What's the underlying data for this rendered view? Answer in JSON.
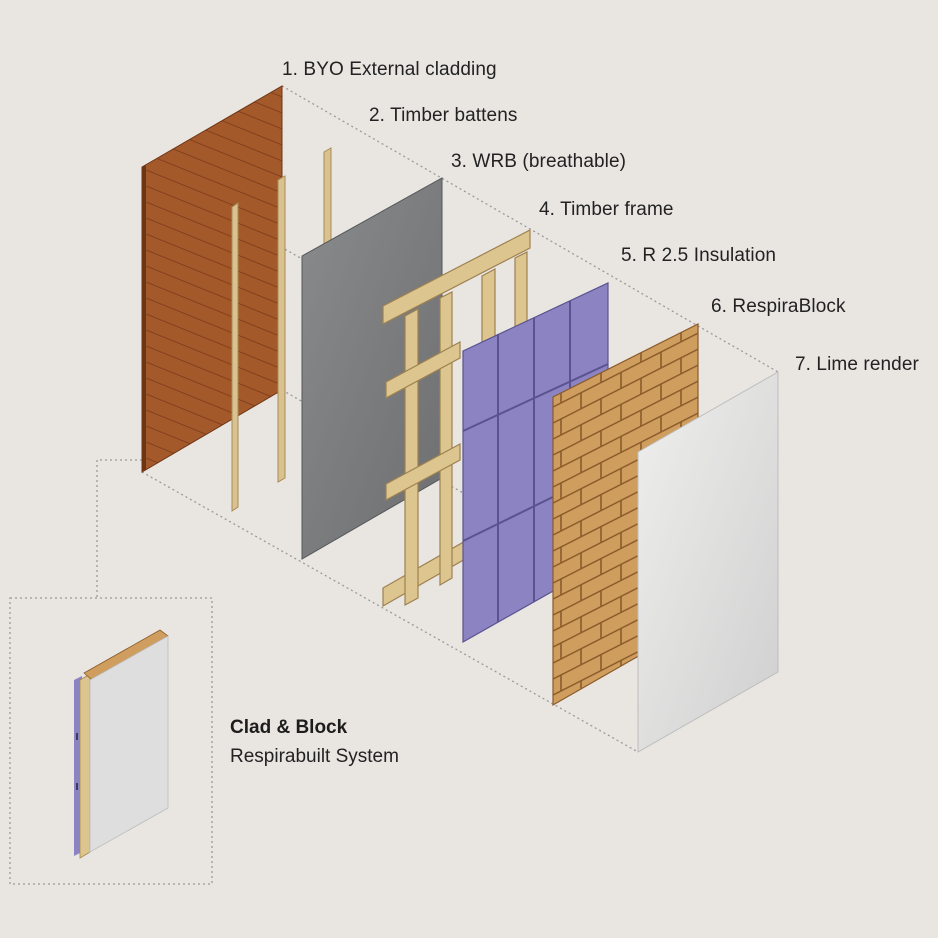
{
  "diagram": {
    "layers": [
      {
        "label": "1. BYO External cladding",
        "icon": "cladding-panel-icon",
        "color": "#a4592b"
      },
      {
        "label": "2. Timber battens",
        "icon": "batten-icon",
        "color": "#d9c28f"
      },
      {
        "label": "3. WRB (breathable)",
        "icon": "membrane-icon",
        "color": "#7a7b7d"
      },
      {
        "label": "4. Timber frame",
        "icon": "frame-icon",
        "color": "#dcc58e"
      },
      {
        "label": "5. R 2.5 Insulation",
        "icon": "insulation-icon",
        "color": "#8b83c2"
      },
      {
        "label": "6. RespiraBlock",
        "icon": "block-wall-icon",
        "color": "#cf9e5e"
      },
      {
        "label": "7. Lime render",
        "icon": "render-panel-icon",
        "color": "#e3e3e3"
      }
    ],
    "inset": {
      "title": "Clad & Block",
      "subtitle": "Respirabuilt System"
    },
    "colors": {
      "background": "#e9e6e2",
      "guide_lines": "#9a9a9a",
      "text": "#222222"
    }
  }
}
